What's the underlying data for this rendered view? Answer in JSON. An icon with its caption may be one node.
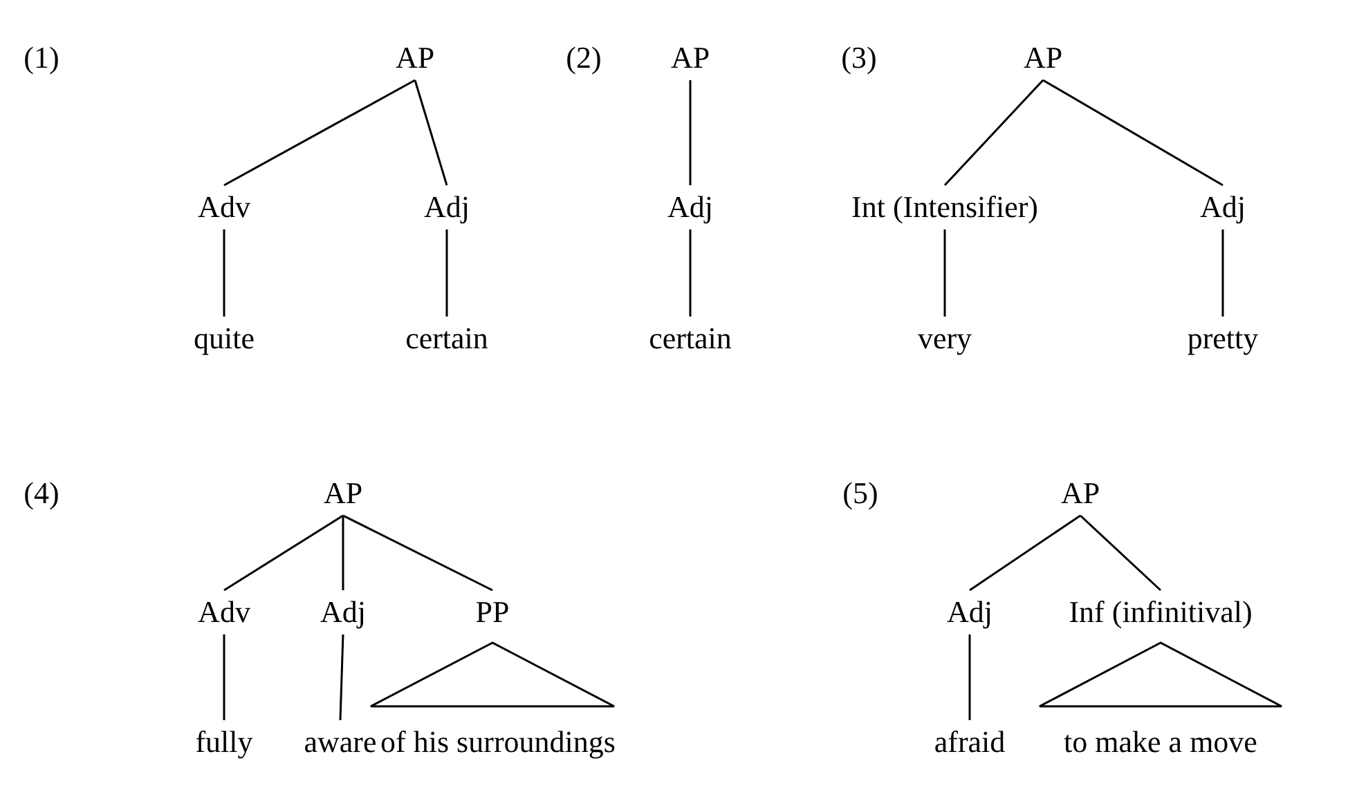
{
  "diagram": {
    "nodes": [
      {
        "text": [
          "AP"
        ]
      },
      {
        "text": [
          "Adv"
        ]
      },
      {
        "text": [
          "Adj"
        ]
      },
      {
        "text": [
          "quite"
        ]
      },
      {
        "text": [
          "certain"
        ]
      },
      {
        "text": [
          "AP"
        ]
      },
      {
        "text": [
          "Adj"
        ]
      },
      {
        "text": [
          "certain"
        ]
      },
      {
        "text": [
          "AP"
        ]
      },
      {
        "text": [
          "Int (Intensifier)"
        ]
      },
      {
        "text": [
          "Adj"
        ]
      },
      {
        "text": [
          "very"
        ]
      },
      {
        "text": [
          "pretty"
        ]
      },
      {
        "text": [
          "AP"
        ]
      },
      {
        "text": [
          "Adv"
        ]
      },
      {
        "text": [
          "Adj"
        ]
      },
      {
        "text": [
          "PP"
        ]
      },
      {
        "text": [],
        "shape": "triangle"
      },
      {
        "text": [
          "fully"
        ]
      },
      {
        "text": [
          "aware"
        ]
      },
      {
        "text": [
          "of his surroundings"
        ]
      },
      {
        "text": [
          "AP"
        ]
      },
      {
        "text": [
          "Adj"
        ]
      },
      {
        "text": [
          "Inf (infinitival)"
        ]
      },
      {
        "text": [],
        "shape": "triangle"
      },
      {
        "text": [
          "afraid"
        ]
      },
      {
        "text": [
          "to make a move"
        ]
      }
    ],
    "edges": [
      {
        "from": 0,
        "to": 1,
        "arrow": "none"
      },
      {
        "from": 0,
        "to": 2,
        "arrow": "none"
      },
      {
        "from": 1,
        "to": 3,
        "arrow": "none"
      },
      {
        "from": 2,
        "to": 4,
        "arrow": "none"
      },
      {
        "from": 5,
        "to": 6,
        "arrow": "none"
      },
      {
        "from": 6,
        "to": 7,
        "arrow": "none"
      },
      {
        "from": 8,
        "to": 9,
        "arrow": "none"
      },
      {
        "from": 8,
        "to": 10,
        "arrow": "none"
      },
      {
        "from": 9,
        "to": 11,
        "arrow": "none"
      },
      {
        "from": 10,
        "to": 12,
        "arrow": "none"
      },
      {
        "from": 13,
        "to": 14,
        "arrow": "none"
      },
      {
        "from": 13,
        "to": 15,
        "arrow": "none"
      },
      {
        "from": 13,
        "to": 16,
        "arrow": "none"
      },
      {
        "from": 14,
        "to": 18,
        "arrow": "none"
      },
      {
        "from": 15,
        "to": 19,
        "arrow": "none"
      },
      {
        "from": 21,
        "to": 22,
        "arrow": "none"
      },
      {
        "from": 21,
        "to": 23,
        "arrow": "none"
      },
      {
        "from": 22,
        "to": 25,
        "arrow": "none"
      }
    ],
    "labels": [
      "(1)",
      "(2)",
      "(3)",
      "(4)",
      "(5)"
    ]
  }
}
